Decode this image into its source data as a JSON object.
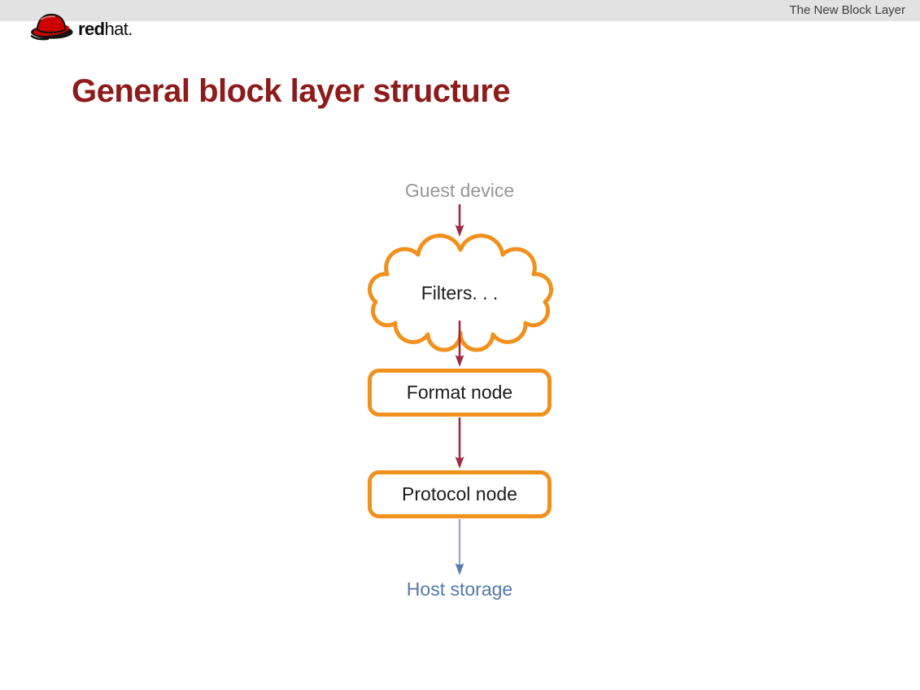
{
  "header": {
    "band_title": "The New Block Layer",
    "band_bg": "#e2e2e2",
    "logo": {
      "wordmark_bold": "red",
      "wordmark_rest": "hat."
    }
  },
  "slide": {
    "title": "General block layer structure",
    "title_color": "#8e1b1b"
  },
  "diagram": {
    "guest_label": "Guest device",
    "filters_label": "Filters. . .",
    "format_label": "Format node",
    "protocol_label": "Protocol node",
    "host_label": "Host storage",
    "colors": {
      "node_border_orange": "#f0911e",
      "arrow_red": "#9e2a43",
      "arrow_blue_line": "#94a6c8",
      "arrow_blue_head": "#5779ad",
      "guest_text_gray": "#979797",
      "host_text_blue": "#5478ac",
      "hat_red": "#cc0000"
    }
  }
}
